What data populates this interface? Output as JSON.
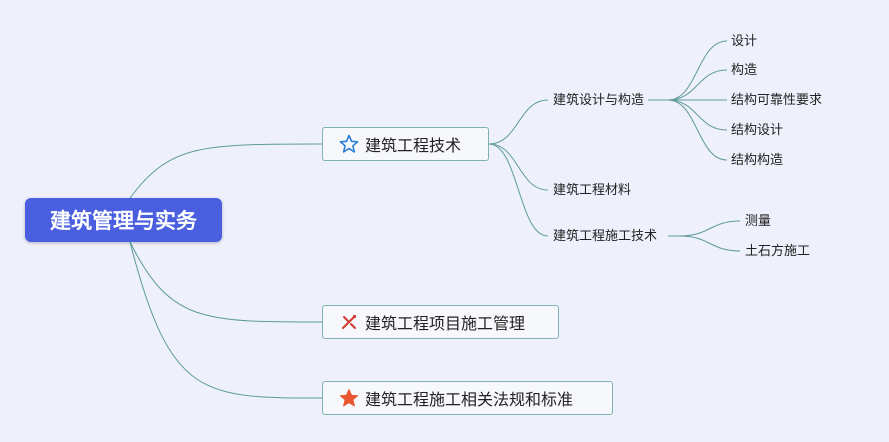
{
  "root": {
    "label": "建筑管理与实务"
  },
  "branches": [
    {
      "label": "建筑工程技术",
      "icon": "star-outline-icon",
      "children": [
        {
          "label": "建筑设计与构造",
          "children": [
            "设计",
            "构造",
            "结构可靠性要求",
            "结构设计",
            "结构构造"
          ]
        },
        {
          "label": "建筑工程材料"
        },
        {
          "label": "建筑工程施工技术",
          "children": [
            "测量",
            "土石方施工"
          ]
        }
      ]
    },
    {
      "label": "建筑工程项目施工管理",
      "icon": "tools-icon"
    },
    {
      "label": "建筑工程施工相关法规和标准",
      "icon": "star-filled-icon"
    }
  ],
  "colors": {
    "root_fill": "#4a5fe0",
    "connector": "#5e9b9b",
    "branch_border": "#7fb2b2",
    "star_outline": "#2b7fd4",
    "tools": "#d23c2c",
    "star_filled": "#e8572f"
  }
}
